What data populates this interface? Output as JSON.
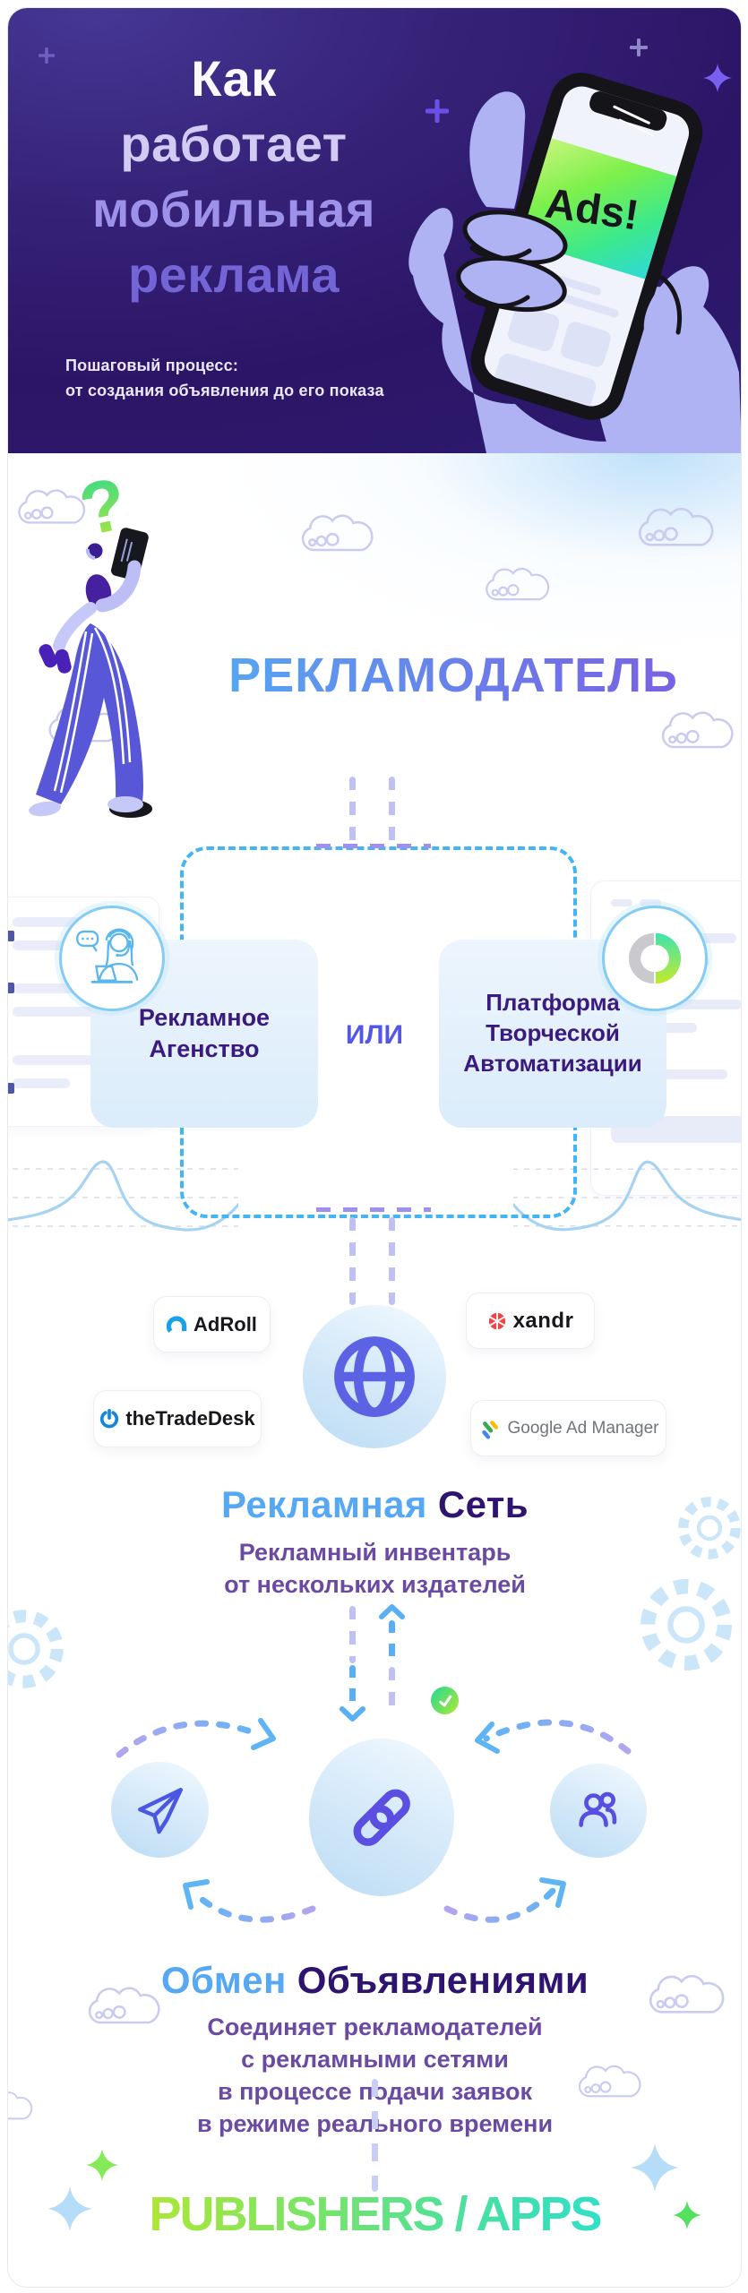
{
  "header": {
    "title_lines": [
      "Как",
      "работает",
      "мобильная",
      "реклама"
    ],
    "subtitle_lines": [
      "Пошаговый процесс:",
      "от создания объявления до его показа"
    ],
    "phone_ad_text": "Ads!"
  },
  "advertiser": {
    "title": "РЕКЛАМОДАТЕЛЬ",
    "question_mark": "?"
  },
  "choice": {
    "left_box_lines": [
      "Рекламное",
      "Агенство"
    ],
    "or_label": "ИЛИ",
    "right_box_lines": [
      "Платформа",
      "Творческой",
      "Автоматизации"
    ]
  },
  "ad_network": {
    "logos": [
      {
        "label": "AdRoll"
      },
      {
        "label": "xandr"
      },
      {
        "label": "theTradeDesk"
      },
      {
        "label": "Google Ad Manager"
      }
    ],
    "title_accent": "Рекламная",
    "title_rest": "Сеть",
    "subtitle_lines": [
      "Рекламный инвентарь",
      "от нескольких издателей"
    ]
  },
  "ad_exchange": {
    "title_accent": "Обмен",
    "title_rest": "Объявлениями",
    "subtitle_lines": [
      "Соединяет рекламодателей",
      "с рекламными сетями",
      "в процессе подачи заявок",
      "в режиме реального времени"
    ]
  },
  "publishers": {
    "title": "PUBLISHERS / APPS"
  },
  "colors": {
    "header_bg": "#30196b",
    "title_gradient_blue": "#4fb1f4",
    "title_gradient_purple": "#7e58e0",
    "deep_purple": "#2e1470",
    "text_purple": "#6b4aa2",
    "dashed_blue": "#43b5f5",
    "dashed_lavender": "#bfc1f3",
    "icon_indigo": "#5a55e0",
    "badge_border_blue": "#84ccf3",
    "check_green": "#2fd98e",
    "ads_banner_green": "#7df04b",
    "publishers_gradient_start": "#c0e726",
    "publishers_gradient_end": "#2adfd6"
  }
}
